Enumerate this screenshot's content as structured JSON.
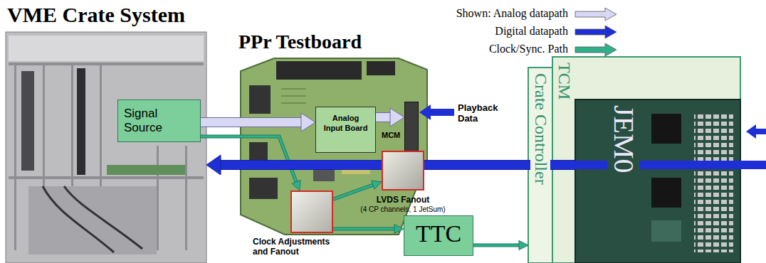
{
  "diagram": {
    "nodes": [
      {
        "text": [
          "VME Crate System"
        ]
      },
      {
        "text": [
          "Signal Source"
        ],
        "in": 0
      },
      {
        "text": [
          "PPr Testboard"
        ]
      },
      {
        "text": [
          "Analog Input Board"
        ],
        "in": 2
      },
      {
        "text": [
          "MCM"
        ],
        "in": 2
      },
      {
        "text": [
          "LVDS Fanout",
          "(4 CP channels, 1 JetSum)"
        ],
        "in": 2
      },
      {
        "text": [
          "Clock Adjustments and Fanout"
        ],
        "in": 2
      },
      {
        "text": [
          "TTC"
        ]
      },
      {
        "text": [
          "Crate Controller"
        ]
      },
      {
        "text": [
          "TCM"
        ]
      },
      {
        "text": [
          "JEM0"
        ]
      }
    ],
    "edges": [
      {
        "from": 1,
        "to": 3,
        "arrow": "to"
      },
      {
        "from": 3,
        "to": 4,
        "arrow": "to"
      },
      {
        "from": 1,
        "to": 6,
        "arrow": "to"
      },
      {
        "from": 6,
        "to": 5,
        "arrow": "to"
      },
      {
        "from": 6,
        "to": 7,
        "arrow": "to"
      },
      {
        "from": 7,
        "to": 8,
        "arrow": "to"
      },
      {
        "from": 10,
        "to": 0,
        "arrow": "to"
      }
    ],
    "labels": [
      "Playback Data"
    ],
    "legend": [
      {
        "text": "Shown: Analog datapath",
        "color": "#d8d8f4"
      },
      {
        "text": "Digital datapath",
        "color": "#1f2fd6"
      },
      {
        "text": "Clock/Sync. Path",
        "color": "#2fb08a"
      }
    ]
  }
}
